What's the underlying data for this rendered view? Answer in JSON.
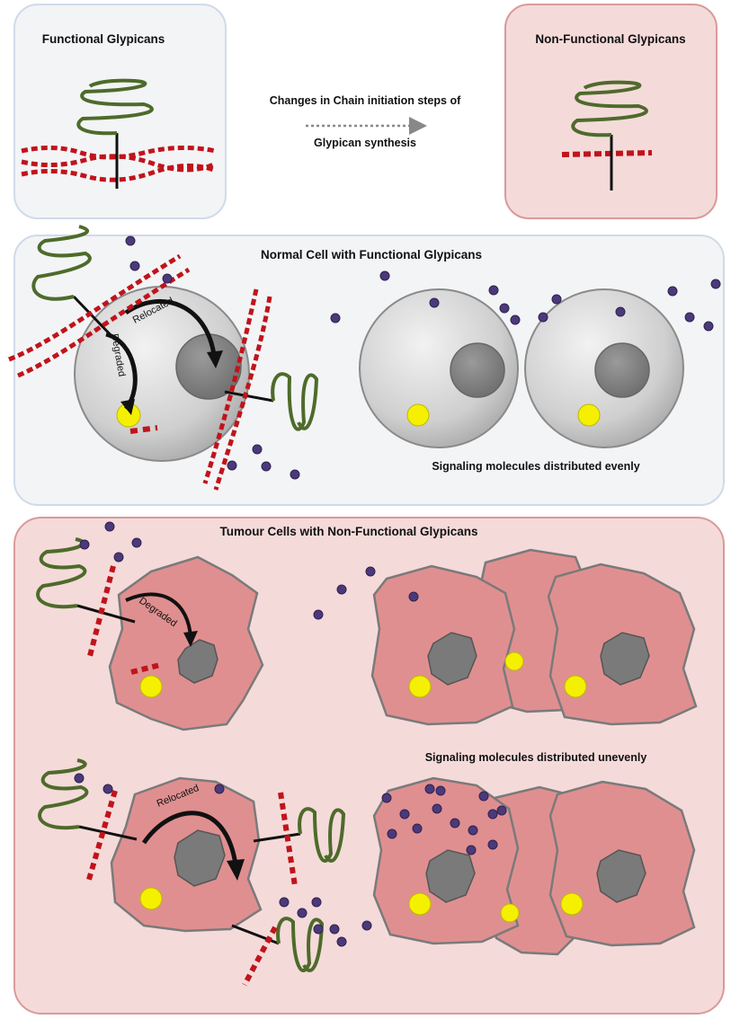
{
  "panels": {
    "functional": {
      "title": "Functional Glypicans"
    },
    "non_functional": {
      "title": "Non-Functional Glypicans"
    },
    "transition": {
      "line1": "Changes in Chain initiation steps of",
      "line2": "Glypican synthesis"
    },
    "normal": {
      "title": "Normal Cell with Functional  Glypicans",
      "caption": "Signaling molecules distributed evenly"
    },
    "tumour": {
      "title": "Tumour Cells with Non-Functional  Glypicans",
      "caption": "Signaling molecules distributed unevenly"
    }
  },
  "arrows": {
    "degraded": "Degraded",
    "relocated": "Relocated"
  },
  "colors": {
    "panel_grey_fill": "#f3f4f6",
    "panel_grey_stroke": "#cfdbe8",
    "panel_pink_fill": "#f5dada",
    "panel_pink_stroke": "#d99a9a",
    "glypican_green": "#4d6b2a",
    "heparan_red": "#c0141b",
    "signal_purple": "#4b3a7a",
    "tumour_cell": "#e08f90",
    "nucleus_grey": "#7a7a7a",
    "vesicle_yellow": "#f4f000"
  }
}
